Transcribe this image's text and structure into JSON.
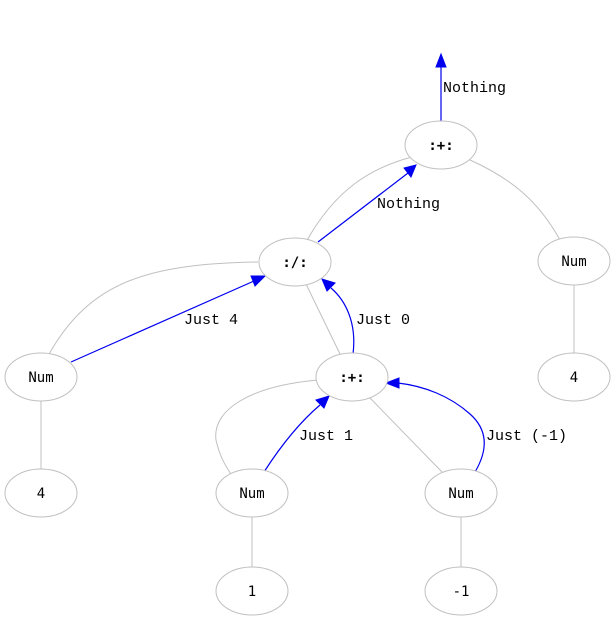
{
  "nodes": {
    "root_op": ":+:",
    "div_op": ":/:",
    "right_num": "Num",
    "right_num_val": "4",
    "left_num": "Num",
    "left_num_val": "4",
    "mid_op": ":+:",
    "mid_left_num": "Num",
    "mid_left_val": "1",
    "mid_right_num": "Num",
    "mid_right_val": "-1"
  },
  "edge_labels": {
    "result": "Nothing",
    "div_to_root": "Nothing",
    "left_to_div": "Just 4",
    "mid_to_div": "Just 0",
    "one_to_mid": "Just 1",
    "neg_to_mid": "Just (-1)"
  },
  "colors": {
    "flow": "#0000ee",
    "tree": "#c0c0c0"
  }
}
